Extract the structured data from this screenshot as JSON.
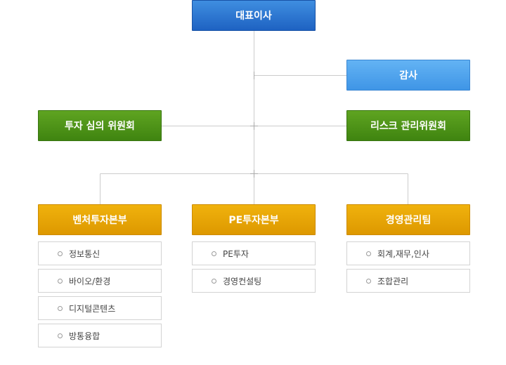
{
  "ceo": "대표이사",
  "audit": "감사",
  "investment_committee": "투자 심의 위원회",
  "risk_committee": "리스크 관리위원회",
  "divisions": [
    {
      "title": "벤처투자본부",
      "items": [
        "정보통신",
        "바이오/환경",
        "디지털콘텐츠",
        "방통융합"
      ]
    },
    {
      "title": "PE투자본부",
      "items": [
        "PE투자",
        "경영컨설팅"
      ]
    },
    {
      "title": "경영관리팀",
      "items": [
        "회계,재무,인사",
        "조합관리"
      ]
    }
  ],
  "colors": {
    "ceo": "#2a72cf",
    "audit": "#4fa3ec",
    "committee": "#4e9418",
    "division": "#e6a404",
    "connector": "#cccccc"
  }
}
